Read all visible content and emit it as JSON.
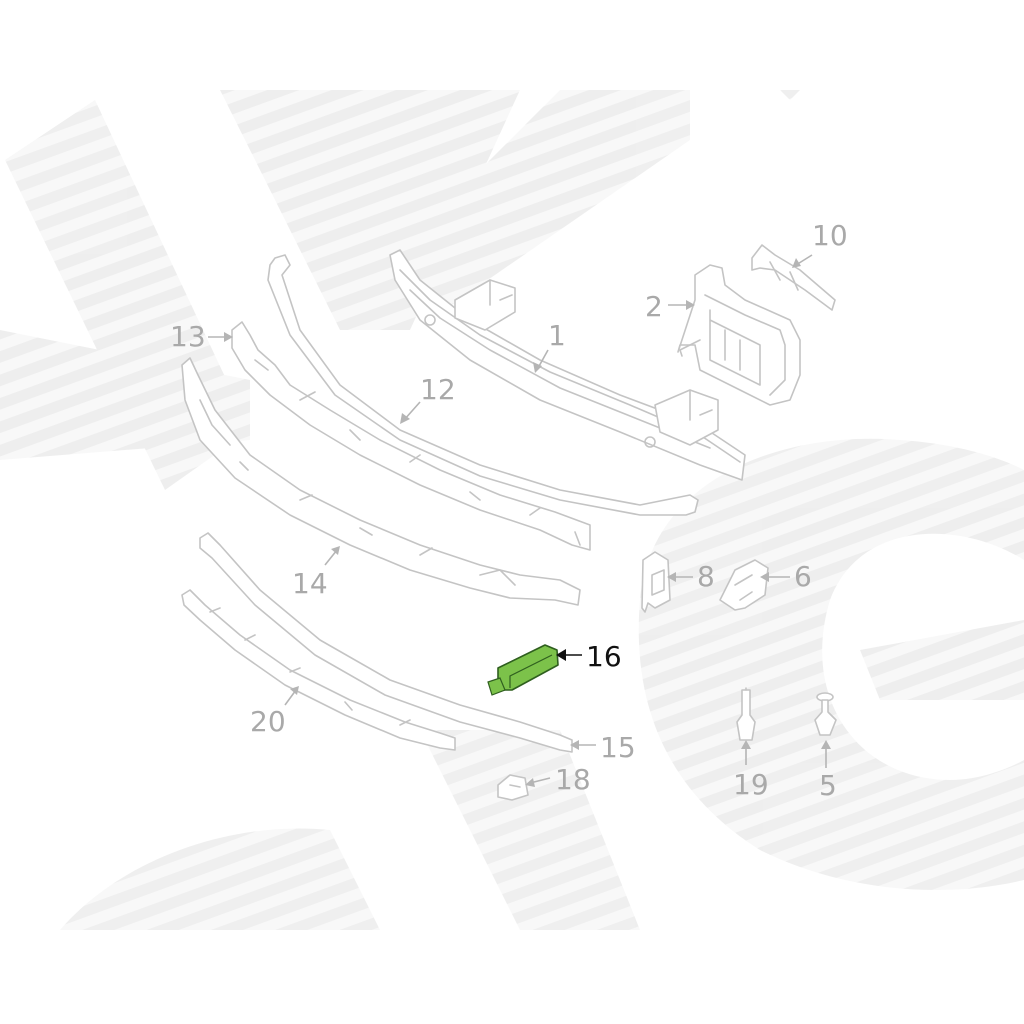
{
  "diagram": {
    "highlight_color": "#7cc24a",
    "callouts": [
      {
        "id": "c1",
        "label": "1"
      },
      {
        "id": "c2",
        "label": "2"
      },
      {
        "id": "c5",
        "label": "5"
      },
      {
        "id": "c6",
        "label": "6"
      },
      {
        "id": "c8",
        "label": "8"
      },
      {
        "id": "c10",
        "label": "10"
      },
      {
        "id": "c12",
        "label": "12"
      },
      {
        "id": "c13",
        "label": "13"
      },
      {
        "id": "c14",
        "label": "14"
      },
      {
        "id": "c15",
        "label": "15"
      },
      {
        "id": "c16",
        "label": "16",
        "highlighted": true
      },
      {
        "id": "c18",
        "label": "18"
      },
      {
        "id": "c19",
        "label": "19"
      },
      {
        "id": "c20",
        "label": "20"
      }
    ]
  }
}
